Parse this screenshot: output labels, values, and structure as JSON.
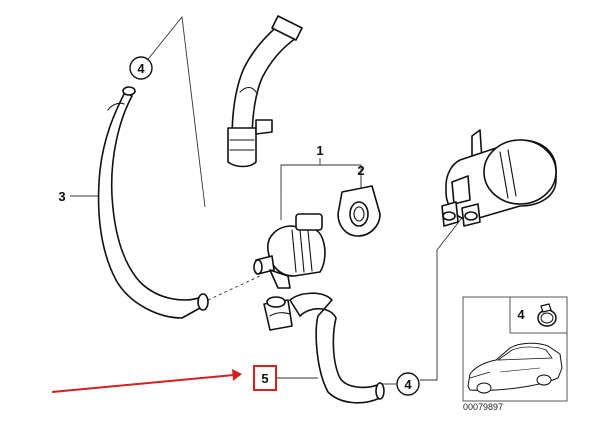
{
  "callouts": {
    "c1": "1",
    "c2": "2",
    "c3": "3",
    "c4_top": "4",
    "c4_bottom": "4",
    "c4_inset": "4",
    "c5": "5"
  },
  "reference_number": "00079897",
  "colors": {
    "highlight": "#d42020",
    "ink": "#111111"
  }
}
